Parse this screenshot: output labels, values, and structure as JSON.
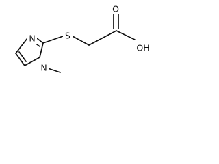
{
  "molecule": {
    "atoms": {
      "n_ring_top": "N",
      "n_ring_bottom": "N",
      "sulfur": "S",
      "oxygen_carbonyl": "O",
      "hydroxyl": "OH"
    }
  }
}
